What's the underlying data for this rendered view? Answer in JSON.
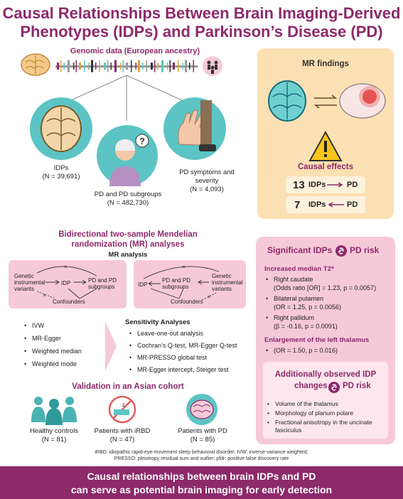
{
  "title": {
    "line1": "Causal Relationships Between Brain Imaging-Derived",
    "line2": "Phenotypes (IDPs) and Parkinson’s Disease (PD)"
  },
  "genomic": {
    "label": "Genomic data (European ancestry)"
  },
  "cohorts": [
    {
      "name": "IDPs",
      "n": "(N = 39,691)"
    },
    {
      "name": "PD and PD subgroups",
      "n": "(N = 482,730)"
    },
    {
      "name": "PD symptoms and severity",
      "n": "(N = 4,093)"
    }
  ],
  "mr_findings": {
    "title": "MR findings",
    "causal_title": "Causal effects",
    "effects": [
      {
        "num": "13",
        "label": "IDPs",
        "target": "PD"
      },
      {
        "num": "7",
        "label": "IDPs",
        "target": "PD"
      }
    ]
  },
  "mr_section": {
    "title_line1": "Bidirectional two-sample Mendelian",
    "title_line2": "randomization (MR) analyses",
    "analysis_label": "MR analysis",
    "left_diagram": {
      "instruments": "Genetic instrumental variants",
      "idp": "IDP",
      "pd": "PD and PD subgroups",
      "confounders": "Confounders"
    },
    "right_diagram": {
      "instruments": "Genetic instrumental variants",
      "idp": "IDP",
      "pd": "PD and PD subgroups",
      "confounders": "Confounders"
    },
    "methods": [
      "IVW",
      "MR-Egger",
      "Weighted median",
      "Weighted mode"
    ],
    "sensitivity_title": "Sensitivity Analyses",
    "sensitivity": [
      "Leave-one-out analysis",
      "Cochran’s Q-test, MR-Egger Q-test",
      "MR-PRESSO global test",
      "MR-Egger intercept, Steiger test"
    ]
  },
  "validation": {
    "title": "Validation in an Asian cohort",
    "groups": [
      {
        "name": "Healthy controls",
        "n": "(N = 81)"
      },
      {
        "name": "Patients with iRBD",
        "n": "(N = 47)"
      },
      {
        "name": "Patients with PD",
        "n": "(N = 85)"
      }
    ]
  },
  "abbrev": {
    "line1": "iRBD: idiopathic rapid-eye-movement sleep behavioral disorder; IVW: inverse-variance weighted;",
    "line2": "PRESSO: pleiotropy residual sum and outlier; pfdr: positive false discovery rate"
  },
  "significant": {
    "title_left": "Significant IDPs",
    "title_right": "PD risk",
    "increased_title": "Increased median T2*",
    "items": [
      {
        "label": "Right caudate",
        "value": "(Odds ratio [OR] = 1.23, p = 0.0057)"
      },
      {
        "label": "Bilateral putamen",
        "value": "(OR = 1.25, p = 0.0056)"
      },
      {
        "label": "Right pallidum",
        "value": "(β = -0.16, p = 0.0091)"
      }
    ],
    "thalamus_title": "Enlargement of the left thalamus",
    "thalamus_value": "(OR = 1.50, p = 0.016)"
  },
  "additional": {
    "title_line1": "Additionally observed IDP",
    "title_line2_left": "changes",
    "title_line2_right": "PD risk",
    "items": [
      "Volume of the thalamus",
      "Morphology of planum polare",
      "Fractional anisotropy in the uncinate fasciculus"
    ]
  },
  "footer": {
    "line1": "Causal relationships between brain IDPs and PD",
    "line2": "can serve as potential brain imaging for early detection"
  },
  "colors": {
    "accent": "#8c2a6a",
    "teal": "#5cc4c4",
    "orange_panel": "#fbe0b4",
    "pink_panel": "#f6c9d9"
  }
}
